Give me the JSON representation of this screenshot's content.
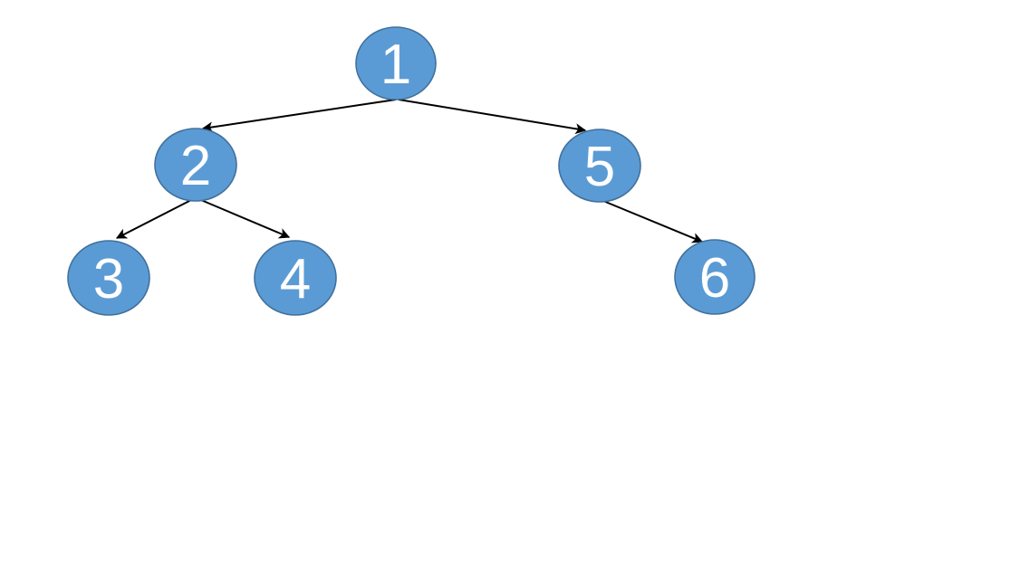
{
  "diagram": {
    "type": "tree",
    "background_color": "#ffffff",
    "colors": {
      "node_fill": "#5b9bd5",
      "node_border": "#41719c",
      "node_text": "#ffffff",
      "edge": "#000000"
    },
    "nodes": [
      {
        "id": "1",
        "label": "1"
      },
      {
        "id": "2",
        "label": "2"
      },
      {
        "id": "3",
        "label": "3"
      },
      {
        "id": "4",
        "label": "4"
      },
      {
        "id": "5",
        "label": "5"
      },
      {
        "id": "6",
        "label": "6"
      }
    ],
    "edges": [
      {
        "from": "1",
        "to": "2"
      },
      {
        "from": "1",
        "to": "5"
      },
      {
        "from": "2",
        "to": "3"
      },
      {
        "from": "2",
        "to": "4"
      },
      {
        "from": "5",
        "to": "6"
      }
    ]
  }
}
